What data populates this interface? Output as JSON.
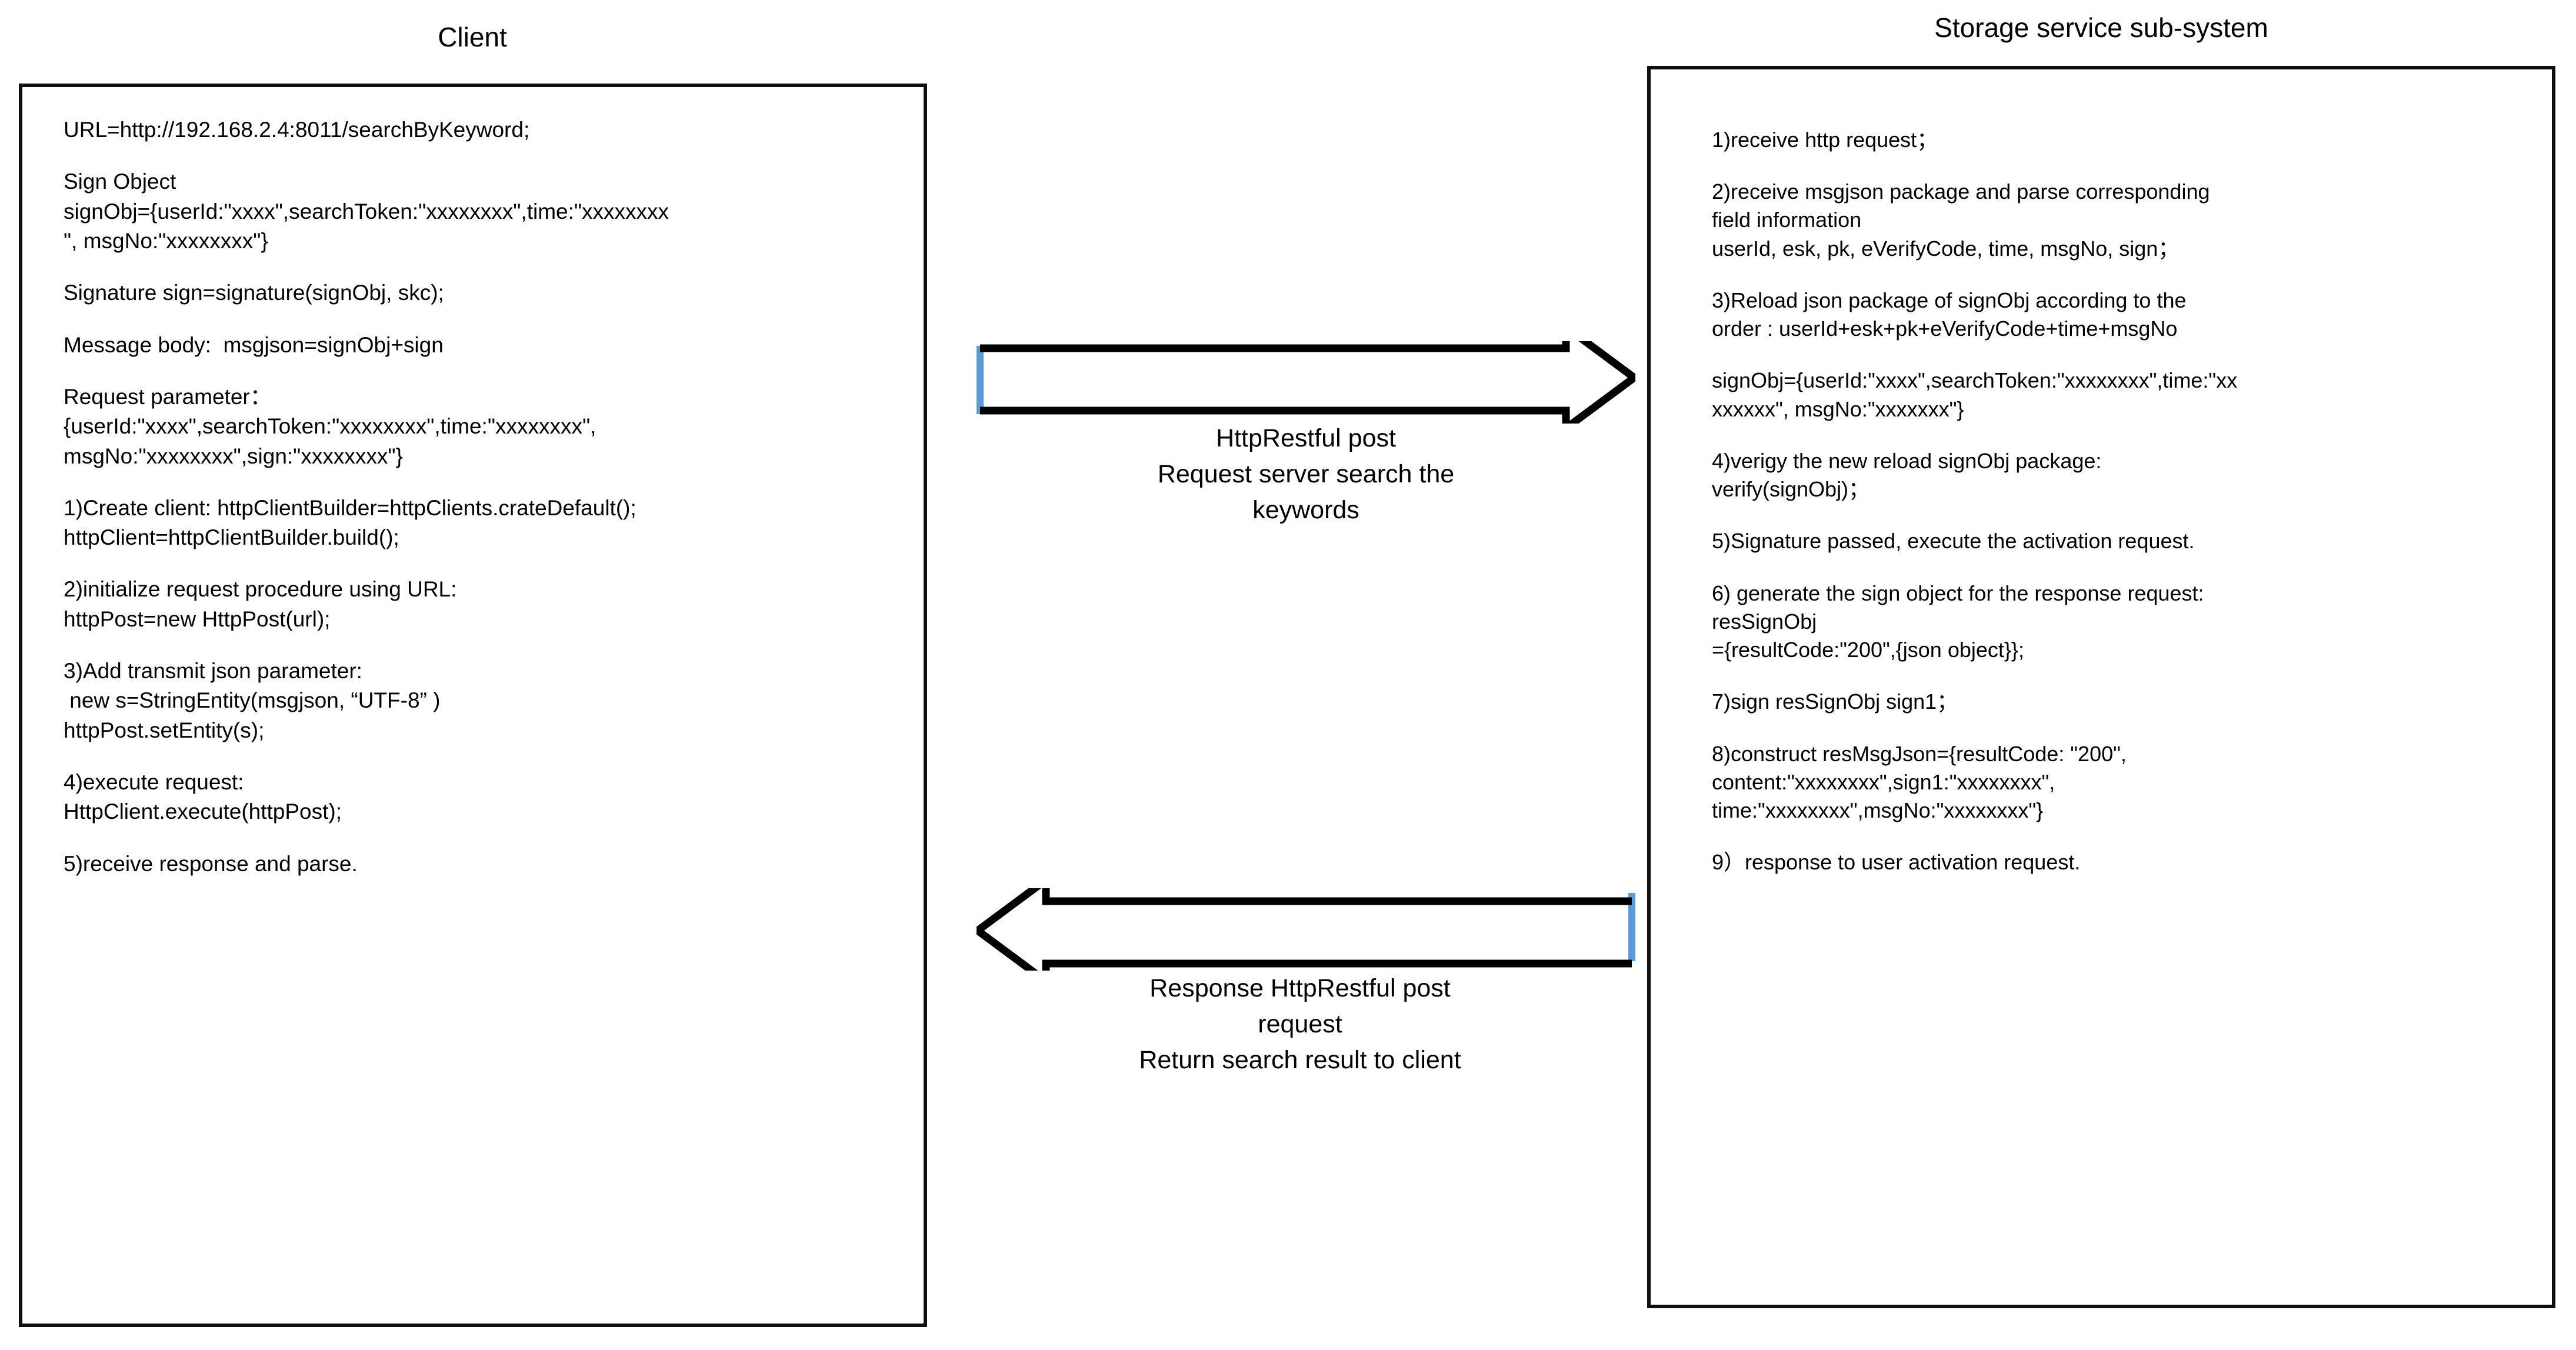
{
  "diagram": {
    "type": "sequence-interaction-diagram",
    "background_color": "#ffffff",
    "border_color": "#101010",
    "accent_color": "#5B9BD5"
  },
  "client": {
    "title": "Client",
    "blocks": [
      "URL=http://192.168.2.4:8011/searchByKeyword;",
      "Sign Object\nsignObj={userId:\"xxxx\",searchToken:\"xxxxxxxx\",time:\"xxxxxxxx\n\", msgNo:\"xxxxxxxx\"}",
      "Signature sign=signature(signObj, skc);",
      "Message body:  msgjson=signObj+sign",
      "Request parameter：\n{userId:\"xxxx\",searchToken:\"xxxxxxxx\",time:\"xxxxxxxx\",\nmsgNo:\"xxxxxxxx\",sign:\"xxxxxxxx\"}",
      "1)Create client: httpClientBuilder=httpClients.crateDefault();\nhttpClient=httpClientBuilder.build();",
      "2)initialize request procedure using URL:\nhttpPost=new HttpPost(url);",
      "3)Add transmit json parameter:\n new s=StringEntity(msgjson, “UTF-8” )\nhttpPost.setEntity(s);",
      "4)execute request:\nHttpClient.execute(httpPost);",
      "5)receive response and parse."
    ]
  },
  "storage": {
    "title": "Storage service sub-system",
    "blocks": [
      "1)receive http request；",
      "2)receive msgjson package and parse corresponding\nfield information\nuserId, esk, pk, eVerifyCode, time, msgNo, sign；",
      "3)Reload json package of signObj according to the\norder : userId+esk+pk+eVerifyCode+time+msgNo",
      "signObj={userId:\"xxxx\",searchToken:\"xxxxxxxx\",time:\"xx\nxxxxxx\", msgNo:\"xxxxxxx\"}",
      "4)verigy the new reload signObj package:\nverify(signObj)；",
      "5)Signature passed, execute the activation request.",
      "6) generate the sign object for the response request:\nresSignObj\n={resultCode:\"200\",{json object}};",
      "7)sign resSignObj sign1；",
      "8)construct resMsgJson={resultCode: \"200\",\ncontent:\"xxxxxxxx\",sign1:\"xxxxxxxx\",\ntime:\"xxxxxxxx\",msgNo:\"xxxxxxxx\"}",
      "9）response to user activation request."
    ]
  },
  "arrows": {
    "request": {
      "direction": "right",
      "tail_color": "#5B9BD5",
      "outline_color": "#000000",
      "label": "HttpRestful post\nRequest server search the\nkeywords"
    },
    "response": {
      "direction": "left",
      "tail_color": "#5B9BD5",
      "outline_color": "#000000",
      "label": "Response HttpRestful post\nrequest\nReturn search result to client"
    }
  }
}
